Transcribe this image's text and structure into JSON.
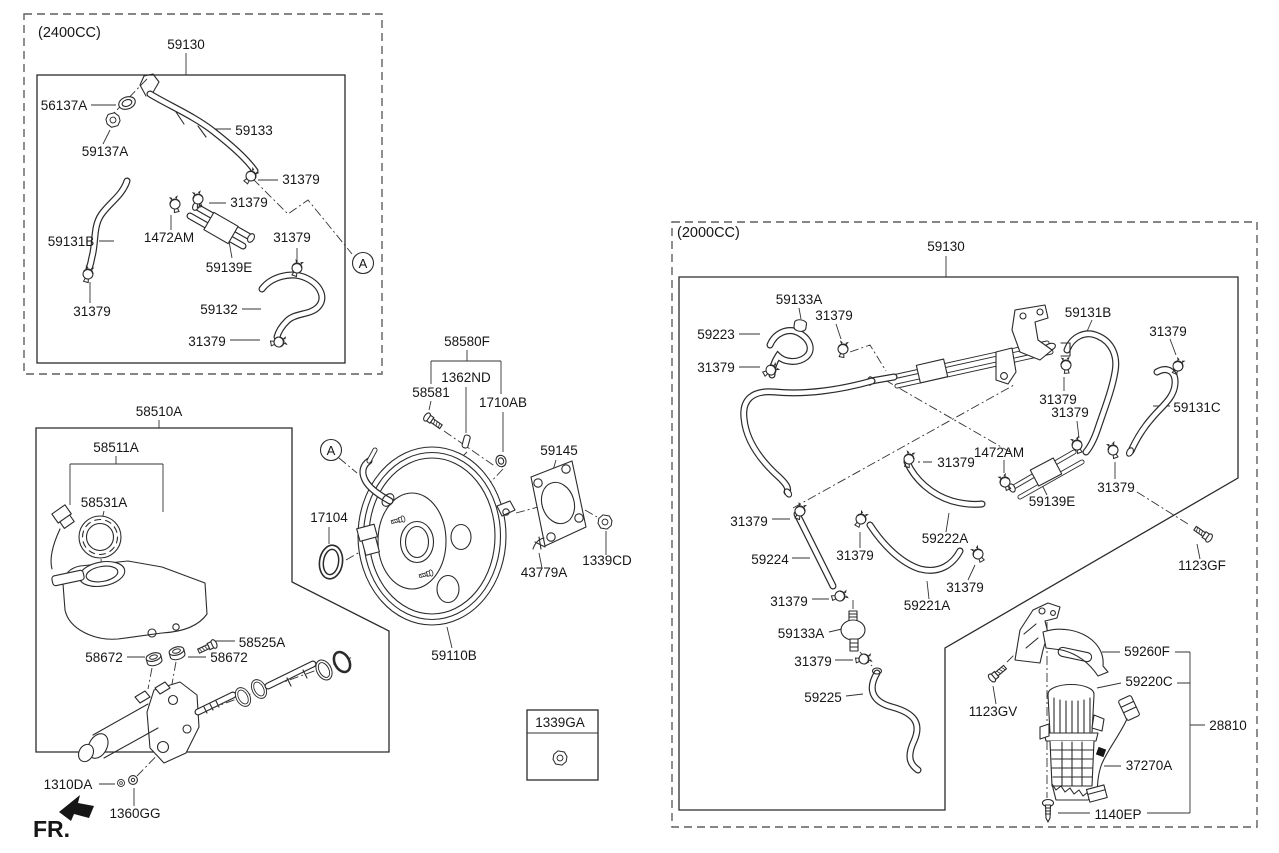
{
  "figure": {
    "fr_direction_label": "FR.",
    "detail_marker": "A"
  },
  "panels": {
    "engine_2400cc": {
      "header": "(2400CC)"
    },
    "engine_2000cc": {
      "header": "(2000CC)"
    }
  },
  "parts": {
    "59130": "59130",
    "56137A": "56137A",
    "59137A": "59137A",
    "59133": "59133",
    "31379": "31379",
    "1472AM": "1472AM",
    "59131B": "59131B",
    "59139E": "59139E",
    "59132": "59132",
    "58510A": "58510A",
    "58511A": "58511A",
    "58531A": "58531A",
    "17104": "17104",
    "58525A": "58525A",
    "58672": "58672",
    "59110B": "59110B",
    "1310DA": "1310DA",
    "1360GG": "1360GG",
    "58580F": "58580F",
    "1362ND": "1362ND",
    "58581": "58581",
    "1710AB": "1710AB",
    "59145": "59145",
    "43779A": "43779A",
    "1339CD": "1339CD",
    "1339GA": "1339GA",
    "59133A": "59133A",
    "59223": "59223",
    "59224": "59224",
    "59225": "59225",
    "59222A": "59222A",
    "59221A": "59221A",
    "59131C": "59131C",
    "1123GF": "1123GF",
    "1123GV": "1123GV",
    "59260F": "59260F",
    "59220C": "59220C",
    "28810": "28810",
    "37270A": "37270A",
    "1140EP": "1140EP"
  }
}
